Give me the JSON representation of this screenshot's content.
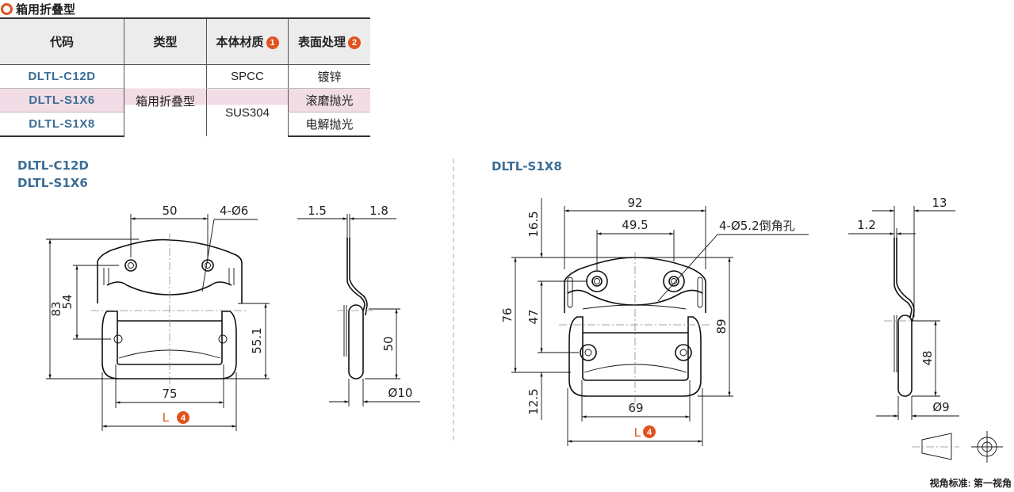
{
  "section_title": "箱用折叠型",
  "table": {
    "headers": [
      "代码",
      "类型",
      "本体材质",
      "表面处理"
    ],
    "header_badges": {
      "material": "1",
      "surface": "2"
    },
    "rows": [
      {
        "code": "DLTL-C12D",
        "material": "SPCC",
        "surface": "镀锌"
      },
      {
        "code": "DLTL-S1X6",
        "surface": "滚磨抛光"
      },
      {
        "code": "DLTL-S1X8",
        "surface": "电解抛光"
      }
    ],
    "merged_type": "箱用折叠型",
    "merged_material": "SUS304"
  },
  "left_drawing": {
    "labels": [
      "DLTL-C12D",
      "DLTL-S1X6"
    ],
    "dims": {
      "hole_pitch": "50",
      "holes": "4-Ø6",
      "height": "83",
      "hole_vertical": "54",
      "handle_height": "55.1",
      "inner_width": "75",
      "length": "L",
      "length_badge": "4",
      "t1": "1.5",
      "t2": "1.8",
      "side_height": "50",
      "dia": "Ø10"
    }
  },
  "right_drawing": {
    "label": "DLTL-S1X8",
    "dims": {
      "width": "92",
      "hole_pitch": "49.5",
      "holes": "4-Ø5.2倒角孔",
      "top_offset": "16.5",
      "h76": "76",
      "h47": "47",
      "bottom_offset": "12.5",
      "height": "89",
      "inner_width": "69",
      "length": "L",
      "length_badge": "4",
      "depth": "13",
      "thickness": "1.2",
      "side_height": "48",
      "dia": "Ø9"
    }
  },
  "projection_note": "视角标准: 第一视角",
  "colors": {
    "accent": "#e0531e",
    "code_blue": "#3b6d96",
    "highlight_row": "#f2dde6"
  }
}
